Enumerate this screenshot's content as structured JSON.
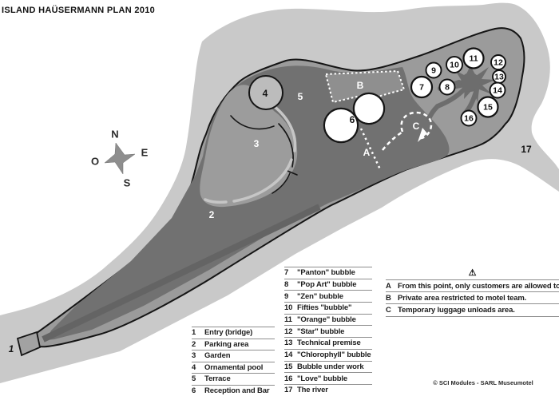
{
  "title": "ISLAND HAÜSERMANN PLAN 2010",
  "compass": {
    "n": "N",
    "e": "E",
    "s": "S",
    "o": "O"
  },
  "legend": {
    "warning_icon": "⚠",
    "site_items": [
      {
        "num": "1",
        "label": "Entry (bridge)"
      },
      {
        "num": "2",
        "label": "Parking area"
      },
      {
        "num": "3",
        "label": "Garden"
      },
      {
        "num": "4",
        "label": "Ornamental pool"
      },
      {
        "num": "5",
        "label": "Terrace"
      },
      {
        "num": "6",
        "label": "Reception and Bar"
      }
    ],
    "bubble_items": [
      {
        "num": "7",
        "label": "\"Panton\" bubble"
      },
      {
        "num": "8",
        "label": "\"Pop Art\" bubble"
      },
      {
        "num": "9",
        "label": "\"Zen\" bubble"
      },
      {
        "num": "10",
        "label": "Fifties \"bubble\""
      },
      {
        "num": "11",
        "label": "\"Orange\" bubble"
      },
      {
        "num": "12",
        "label": "\"Star\" bubble"
      },
      {
        "num": "13",
        "label": "Technical premise"
      },
      {
        "num": "14",
        "label": "\"Chlorophyll\" bubble"
      },
      {
        "num": "15",
        "label": "Bubble under work"
      },
      {
        "num": "16",
        "label": "\"Love\" bubble"
      },
      {
        "num": "17",
        "label": "The river"
      }
    ],
    "notes": [
      {
        "key": "A",
        "text": "From this point, only customers are allowed to go."
      },
      {
        "key": "B",
        "text": "Private area restricted to motel team."
      },
      {
        "key": "C",
        "text": "Temporary luggage unloads area."
      }
    ]
  },
  "footer": {
    "copyright": "© SCI Modules - SARL Museumotel"
  },
  "colors": {
    "river": "#c9c9c9",
    "island_bank": "#9b9b9b",
    "interior_dark": "#717171",
    "garden": "#9c9c9c",
    "pool": "#bcbcbc",
    "zone_b_fill": "#8f8f8f",
    "road": "#646464",
    "tree_cluster": "#6d6d6d",
    "bubble_fill": "#ffffff",
    "outline": "#151515"
  }
}
